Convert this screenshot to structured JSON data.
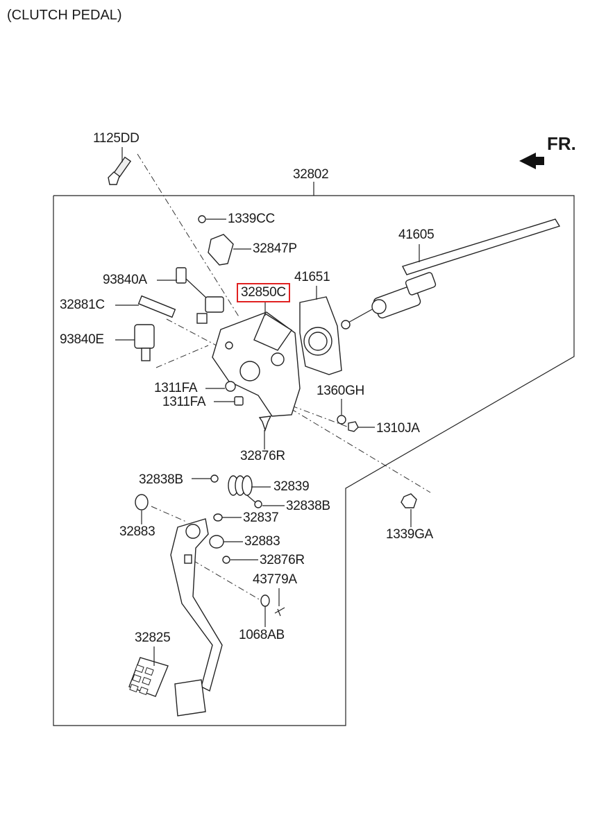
{
  "title": "(CLUTCH PEDAL)",
  "direction_marker": {
    "label": "FR.",
    "icon": "front-arrow-icon"
  },
  "highlight_color": "#e02020",
  "selected_part": "32850C",
  "parts": [
    {
      "id": "p1125DD",
      "number": "1125DD"
    },
    {
      "id": "p32802",
      "number": "32802"
    },
    {
      "id": "p1339CC",
      "number": "1339CC"
    },
    {
      "id": "p32847P",
      "number": "32847P"
    },
    {
      "id": "p41605",
      "number": "41605"
    },
    {
      "id": "p93840A",
      "number": "93840A"
    },
    {
      "id": "p41651",
      "number": "41651"
    },
    {
      "id": "p32850C",
      "number": "32850C"
    },
    {
      "id": "p32881C",
      "number": "32881C"
    },
    {
      "id": "p93840E",
      "number": "93840E"
    },
    {
      "id": "p1311FA_a",
      "number": "1311FA"
    },
    {
      "id": "p1311FA_b",
      "number": "1311FA"
    },
    {
      "id": "p1360GH",
      "number": "1360GH"
    },
    {
      "id": "p1310JA",
      "number": "1310JA"
    },
    {
      "id": "p32876R_a",
      "number": "32876R"
    },
    {
      "id": "p32838B_a",
      "number": "32838B"
    },
    {
      "id": "p32839",
      "number": "32839"
    },
    {
      "id": "p32838B_b",
      "number": "32838B"
    },
    {
      "id": "p32883_a",
      "number": "32883"
    },
    {
      "id": "p32837",
      "number": "32837"
    },
    {
      "id": "p1339GA",
      "number": "1339GA"
    },
    {
      "id": "p32883_b",
      "number": "32883"
    },
    {
      "id": "p32876R_b",
      "number": "32876R"
    },
    {
      "id": "p43779A",
      "number": "43779A"
    },
    {
      "id": "p1068AB",
      "number": "1068AB"
    },
    {
      "id": "p32825",
      "number": "32825"
    }
  ]
}
